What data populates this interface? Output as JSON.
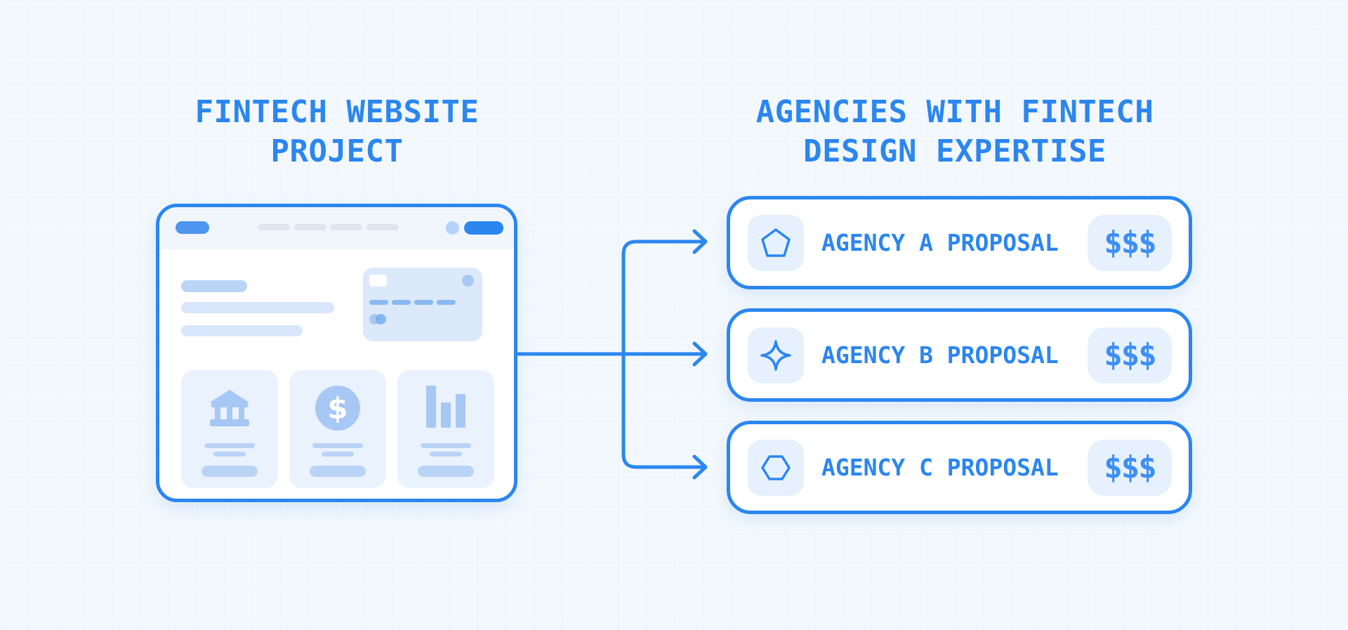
{
  "project": {
    "title_lines": [
      "FINTECH WEBSITE",
      "PROJECT"
    ]
  },
  "agencies": {
    "title_lines": [
      "AGENCIES WITH FINTECH",
      "DESIGN EXPERTISE"
    ],
    "proposals": [
      {
        "label": "AGENCY A PROPOSAL",
        "logo_icon": "pentagon-icon",
        "price": "$$$"
      },
      {
        "label": "AGENCY B PROPOSAL",
        "logo_icon": "four-point-star-icon",
        "price": "$$$"
      },
      {
        "label": "AGENCY C PROPOSAL",
        "logo_icon": "hexagon-icon",
        "price": "$$$"
      }
    ]
  },
  "mockup": {
    "feature_icons": [
      "bank-icon",
      "dollar-coin-icon",
      "bar-chart-icon"
    ]
  },
  "colors": {
    "accent": "#2b86f0",
    "accent_light": "#bad4f8",
    "tile_background": "#e6f1fd",
    "page_background": "#f3f8fd"
  }
}
